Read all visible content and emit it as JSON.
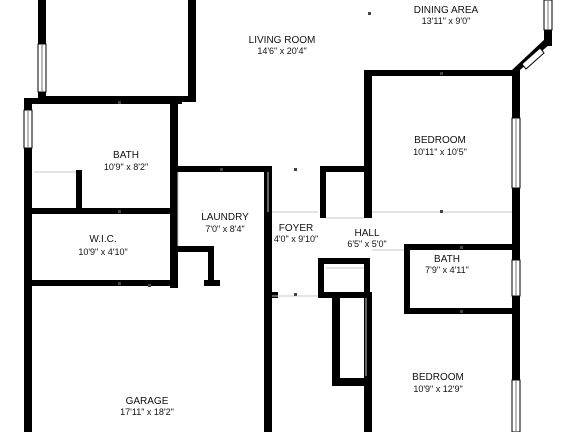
{
  "rooms": {
    "living_room": {
      "name": "LIVING ROOM",
      "dims": "14'6\" x 20'4\""
    },
    "dining_area": {
      "name": "DINING AREA",
      "dims": "13'11\" x 9'0\""
    },
    "bedroom_1": {
      "name": "BEDROOM",
      "dims": "10'11\" x 10'5\""
    },
    "bath_1": {
      "name": "BATH",
      "dims": "10'9\" x 8'2\""
    },
    "laundry": {
      "name": "LAUNDRY",
      "dims": "7'0\" x 8'4\""
    },
    "foyer": {
      "name": "FOYER",
      "dims": "4'0\" x 9'10\""
    },
    "hall": {
      "name": "HALL",
      "dims": "6'5\" x 5'0\""
    },
    "bath_2": {
      "name": "BATH",
      "dims": "7'9\" x 4'11\""
    },
    "wic": {
      "name": "W.I.C.",
      "dims": "10'9\" x 4'10\""
    },
    "garage": {
      "name": "GARAGE",
      "dims": "17'11\" x 18'2\""
    },
    "bedroom_2": {
      "name": "BEDROOM",
      "dims": "10'9\" x 12'9\""
    }
  },
  "colors": {
    "wall": "#000000",
    "background": "#ffffff",
    "text": "#111111"
  }
}
